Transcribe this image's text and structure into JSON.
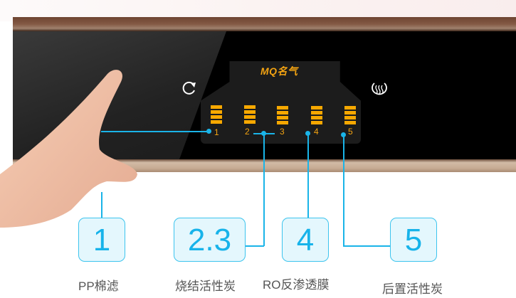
{
  "brand": {
    "logo": "MQ名气"
  },
  "panel": {
    "icons": [
      {
        "name": "refresh-icon",
        "color": "#ffffff"
      },
      {
        "name": "steam-icon",
        "color": "#ffffff"
      }
    ],
    "indicator_color": "#f7a800",
    "indicators": [
      {
        "number": "1"
      },
      {
        "number": "2"
      },
      {
        "number": "3"
      },
      {
        "number": "4"
      },
      {
        "number": "5"
      }
    ]
  },
  "callouts": [
    {
      "number": "1",
      "label": "PP棉滤"
    },
    {
      "number": "2.3",
      "label": "烧结活性炭"
    },
    {
      "number": "4",
      "label": "RO反渗透膜"
    },
    {
      "number": "5",
      "label": "后置活性炭"
    }
  ],
  "colors": {
    "accent": "#1ab4e8",
    "box_bg": "#e4f7fd",
    "frame": "#845a45"
  }
}
